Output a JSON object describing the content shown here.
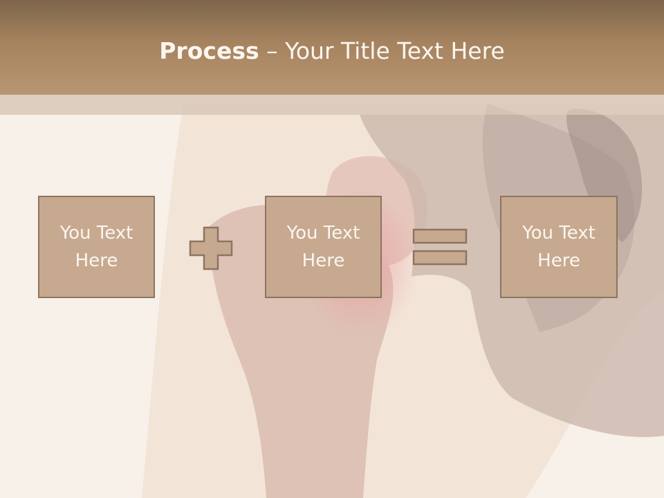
{
  "slide": {
    "title_bold": "Process",
    "title_rest": " – Your Title Text Here"
  },
  "process": {
    "box1": "You Text Here",
    "box2": "You Text Here",
    "box3": "You Text Here",
    "plus_icon": "plus-icon",
    "equals_icon": "equals-icon"
  },
  "colors": {
    "header": "#a6835f",
    "box_fill": "#c7a990",
    "box_border": "#8c7461",
    "text": "#fbf6f0"
  }
}
